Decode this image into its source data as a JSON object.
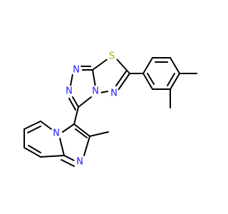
{
  "molecule": {
    "colors": {
      "bond": "#000000",
      "nitrogen": "#1f1fff",
      "sulfur": "#b3a600",
      "background": "#ffffff"
    },
    "atoms": [
      {
        "id": "s1",
        "symbol": "S"
      },
      {
        "id": "n1",
        "symbol": "N"
      },
      {
        "id": "n2",
        "symbol": "N"
      },
      {
        "id": "n3",
        "symbol": "N"
      },
      {
        "id": "n4",
        "symbol": "N"
      },
      {
        "id": "n5",
        "symbol": "N"
      },
      {
        "id": "n6",
        "symbol": "N"
      }
    ]
  }
}
